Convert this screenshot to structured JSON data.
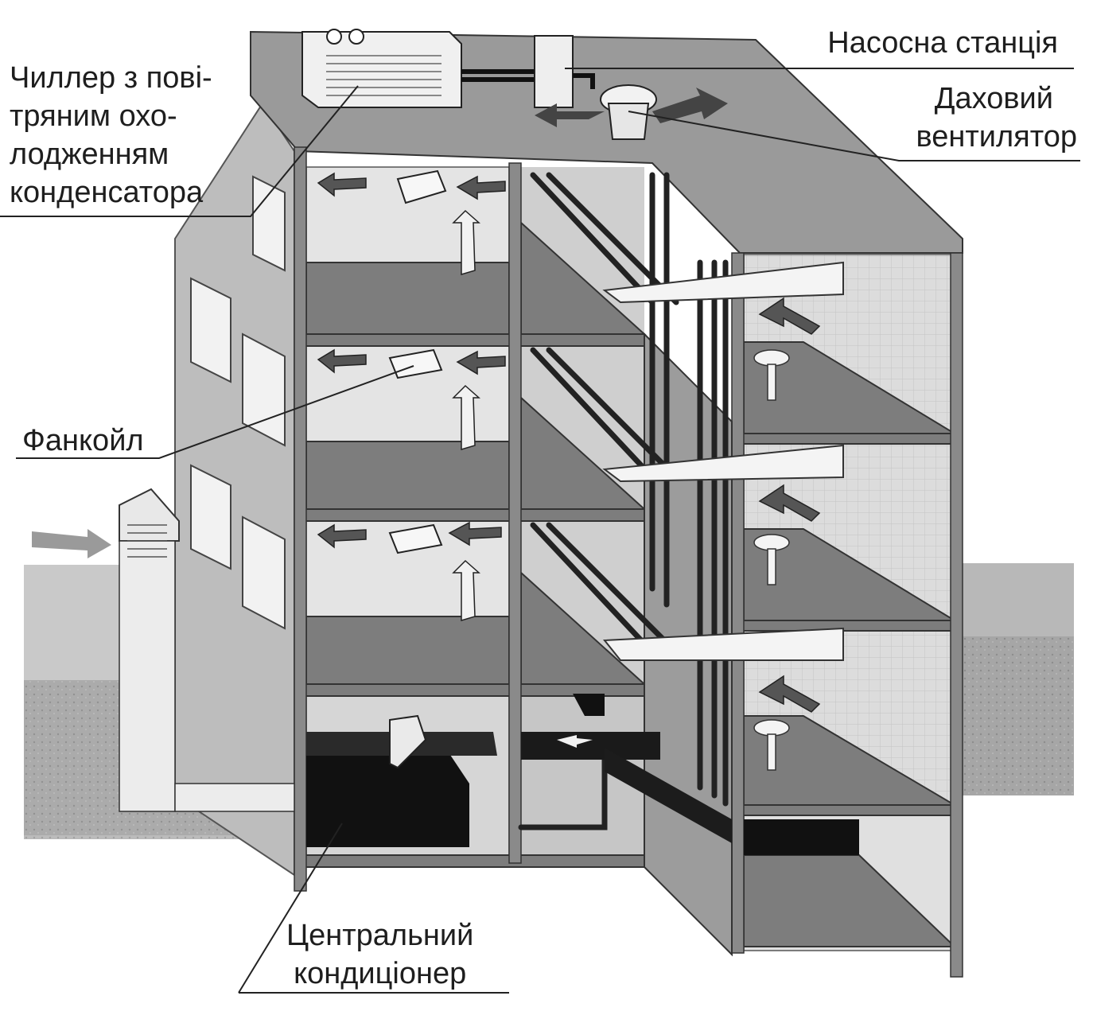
{
  "labels": {
    "chiller": [
      "Чиллер з пові-",
      "тряним охо-",
      "лодженням",
      "конденсатора"
    ],
    "pump_station": "Насосна станція",
    "roof_fan": [
      "Даховий",
      "вентилятор"
    ],
    "fancoil": "Фанкойл",
    "central_ac": [
      "Центральний",
      "кондиціонер"
    ]
  }
}
